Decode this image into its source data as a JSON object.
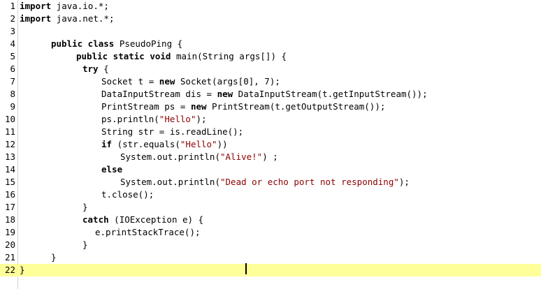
{
  "editor": {
    "current_line": 22,
    "lines": [
      {
        "n": "1",
        "indent": 0,
        "tokens": [
          {
            "t": "import",
            "k": "kw"
          },
          {
            "t": " java.io.*;",
            "k": "plain"
          }
        ]
      },
      {
        "n": "2",
        "indent": 0,
        "tokens": [
          {
            "t": "import",
            "k": "kw"
          },
          {
            "t": " java.net.*;",
            "k": "plain"
          }
        ]
      },
      {
        "n": "3",
        "indent": 0,
        "tokens": []
      },
      {
        "n": "4",
        "indent": 45,
        "tokens": [
          {
            "t": "public class",
            "k": "kw"
          },
          {
            "t": " PseudoPing {",
            "k": "plain"
          }
        ]
      },
      {
        "n": "5",
        "indent": 81,
        "tokens": [
          {
            "t": "public static void",
            "k": "kw"
          },
          {
            "t": " main(String args[]) {",
            "k": "plain"
          }
        ]
      },
      {
        "n": "6",
        "indent": 90,
        "tokens": [
          {
            "t": "try",
            "k": "kw"
          },
          {
            "t": " {",
            "k": "plain"
          }
        ]
      },
      {
        "n": "7",
        "indent": 117,
        "tokens": [
          {
            "t": "Socket t = ",
            "k": "plain"
          },
          {
            "t": "new",
            "k": "kw"
          },
          {
            "t": " Socket(args[0], 7);",
            "k": "plain"
          }
        ]
      },
      {
        "n": "8",
        "indent": 117,
        "tokens": [
          {
            "t": "DataInputStream dis = ",
            "k": "plain"
          },
          {
            "t": "new",
            "k": "kw"
          },
          {
            "t": " DataInputStream(t.getInputStream());",
            "k": "plain"
          }
        ]
      },
      {
        "n": "9",
        "indent": 117,
        "tokens": [
          {
            "t": "PrintStream ps = ",
            "k": "plain"
          },
          {
            "t": "new",
            "k": "kw"
          },
          {
            "t": " PrintStream(t.getOutputStream());",
            "k": "plain"
          }
        ]
      },
      {
        "n": "10",
        "indent": 117,
        "tokens": [
          {
            "t": "ps.println(",
            "k": "plain"
          },
          {
            "t": "\"Hello\"",
            "k": "str"
          },
          {
            "t": ");",
            "k": "plain"
          }
        ]
      },
      {
        "n": "11",
        "indent": 117,
        "tokens": [
          {
            "t": "String str = is.readLine();",
            "k": "plain"
          }
        ]
      },
      {
        "n": "12",
        "indent": 117,
        "tokens": [
          {
            "t": "if",
            "k": "kw"
          },
          {
            "t": " (str.equals(",
            "k": "plain"
          },
          {
            "t": "\"Hello\"",
            "k": "str"
          },
          {
            "t": "))",
            "k": "plain"
          }
        ]
      },
      {
        "n": "13",
        "indent": 144,
        "tokens": [
          {
            "t": "System.out.println(",
            "k": "plain"
          },
          {
            "t": "\"Alive!\"",
            "k": "str"
          },
          {
            "t": ") ;",
            "k": "plain"
          }
        ]
      },
      {
        "n": "14",
        "indent": 117,
        "tokens": [
          {
            "t": "else",
            "k": "kw"
          }
        ]
      },
      {
        "n": "15",
        "indent": 144,
        "tokens": [
          {
            "t": "System.out.println(",
            "k": "plain"
          },
          {
            "t": "\"Dead or echo port not responding\"",
            "k": "str"
          },
          {
            "t": ");",
            "k": "plain"
          }
        ]
      },
      {
        "n": "16",
        "indent": 117,
        "tokens": [
          {
            "t": "t.close();",
            "k": "plain"
          }
        ]
      },
      {
        "n": "17",
        "indent": 90,
        "tokens": [
          {
            "t": "}",
            "k": "plain"
          }
        ]
      },
      {
        "n": "18",
        "indent": 90,
        "tokens": [
          {
            "t": "catch",
            "k": "kw"
          },
          {
            "t": " (IOException e) {",
            "k": "plain"
          }
        ]
      },
      {
        "n": "19",
        "indent": 108,
        "tokens": [
          {
            "t": "e.printStackTrace();",
            "k": "plain"
          }
        ]
      },
      {
        "n": "20",
        "indent": 90,
        "tokens": [
          {
            "t": "}",
            "k": "plain"
          }
        ]
      },
      {
        "n": "21",
        "indent": 45,
        "tokens": [
          {
            "t": "}",
            "k": "plain"
          }
        ]
      },
      {
        "n": "22",
        "indent": 0,
        "tokens": [
          {
            "t": "}",
            "k": "plain"
          }
        ]
      }
    ]
  }
}
